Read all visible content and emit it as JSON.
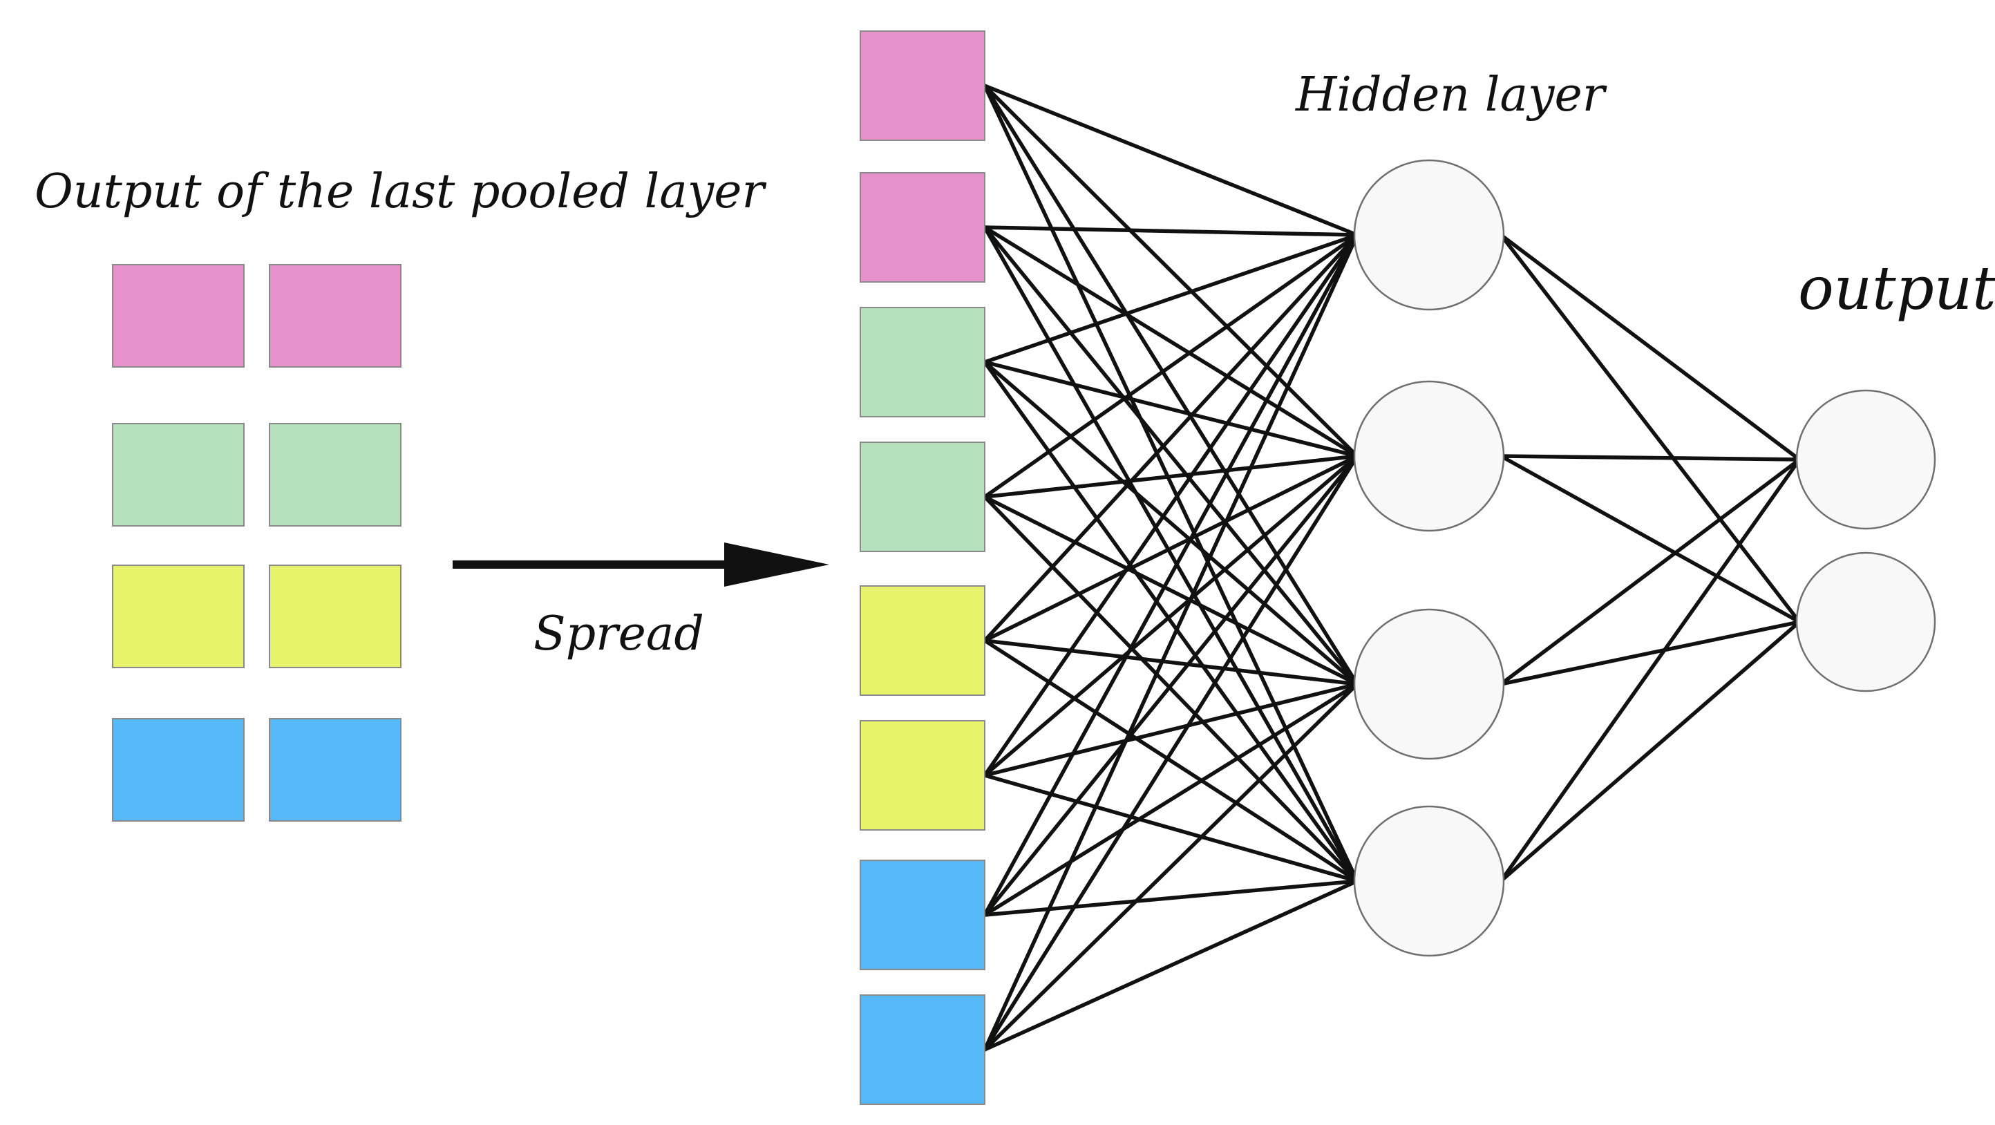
{
  "labels": {
    "pooled_title": "Output of the last pooled layer",
    "spread": "Spread",
    "hidden": "Hidden layer",
    "output": "output"
  },
  "colors": {
    "pink": "#e691cc",
    "green": "#b5e2bc",
    "yellow": "#e6f36b",
    "blue": "#57b8f8",
    "line": "#111111"
  },
  "pooled_rows": [
    "pink",
    "green",
    "yellow",
    "blue"
  ],
  "flattened_cells": [
    "pink",
    "pink",
    "green",
    "green",
    "yellow",
    "yellow",
    "blue",
    "blue"
  ],
  "hidden_nodes": 4,
  "output_nodes": 2
}
